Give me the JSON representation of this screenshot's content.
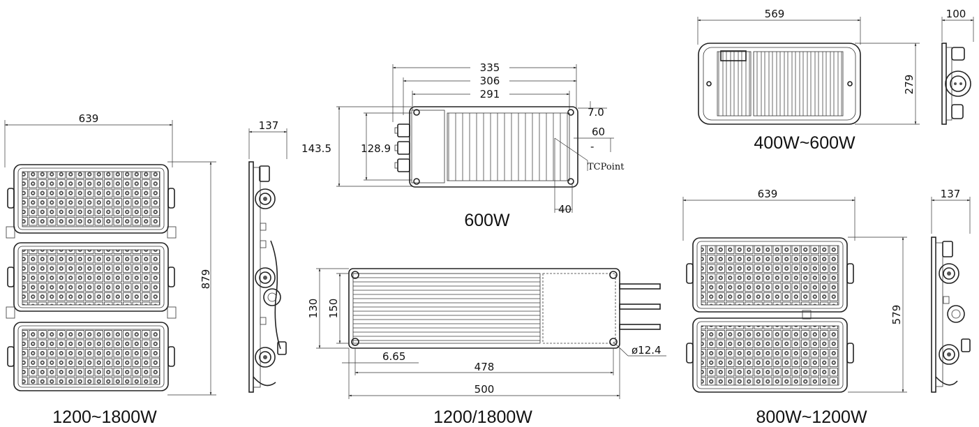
{
  "captions": {
    "left_fixture": "1200~1800W",
    "driver_600": "600W",
    "driver_1200": "1200/1800W",
    "top_right_fixture": "400W~600W",
    "bottom_right_fixture": "800W~1200W"
  },
  "dims": {
    "left_width": "639",
    "left_height": "879",
    "left_side_depth": "137",
    "d600_335": "335",
    "d600_306": "306",
    "d600_291": "291",
    "d600_h1": "143.5",
    "d600_h2": "128.9",
    "d600_7": "7.0",
    "d600_60": "60",
    "d600_minus": "-",
    "d600_tc": "TCPoint",
    "d600_40": "40",
    "d1200_130": "130",
    "d1200_150": "150",
    "d1200_665": "6.65",
    "d1200_478": "478",
    "d1200_500": "500",
    "d1200_hole": "ø12.4",
    "tr_width": "569",
    "tr_height": "279",
    "tr_side_depth": "100",
    "br_width": "639",
    "br_height": "579",
    "br_side_depth": "137"
  },
  "colors": {
    "line": "#222222",
    "background": "#ffffff"
  }
}
